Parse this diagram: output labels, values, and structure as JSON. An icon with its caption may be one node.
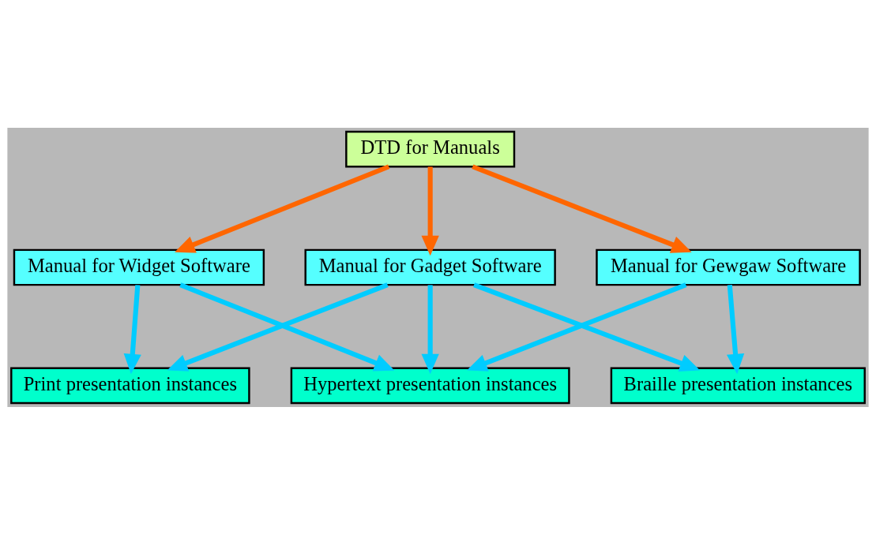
{
  "diagram": {
    "nodes": [
      {
        "text": [
          "DTD for Manuals"
        ]
      },
      {
        "text": [
          "Manual for Widget Software"
        ]
      },
      {
        "text": [
          "Manual for Gadget Software"
        ]
      },
      {
        "text": [
          "Manual for Gewgaw Software"
        ]
      },
      {
        "text": [
          "Print presentation instances"
        ]
      },
      {
        "text": [
          "Hypertext presentation instances"
        ]
      },
      {
        "text": [
          "Braille presentation instances"
        ]
      }
    ],
    "edges": [
      {
        "from": 0,
        "to": 1,
        "arrow": "to",
        "color": "#ff6600"
      },
      {
        "from": 0,
        "to": 2,
        "arrow": "to",
        "color": "#ff6600"
      },
      {
        "from": 0,
        "to": 3,
        "arrow": "to",
        "color": "#ff6600"
      },
      {
        "from": 1,
        "to": 4,
        "arrow": "to"
      },
      {
        "from": 1,
        "to": 5,
        "arrow": "to"
      },
      {
        "from": 2,
        "to": 4,
        "arrow": "to"
      },
      {
        "from": 2,
        "to": 5,
        "arrow": "to"
      },
      {
        "from": 2,
        "to": 6,
        "arrow": "to"
      },
      {
        "from": 3,
        "to": 5,
        "arrow": "to"
      },
      {
        "from": 3,
        "to": 6,
        "arrow": "to"
      }
    ]
  }
}
